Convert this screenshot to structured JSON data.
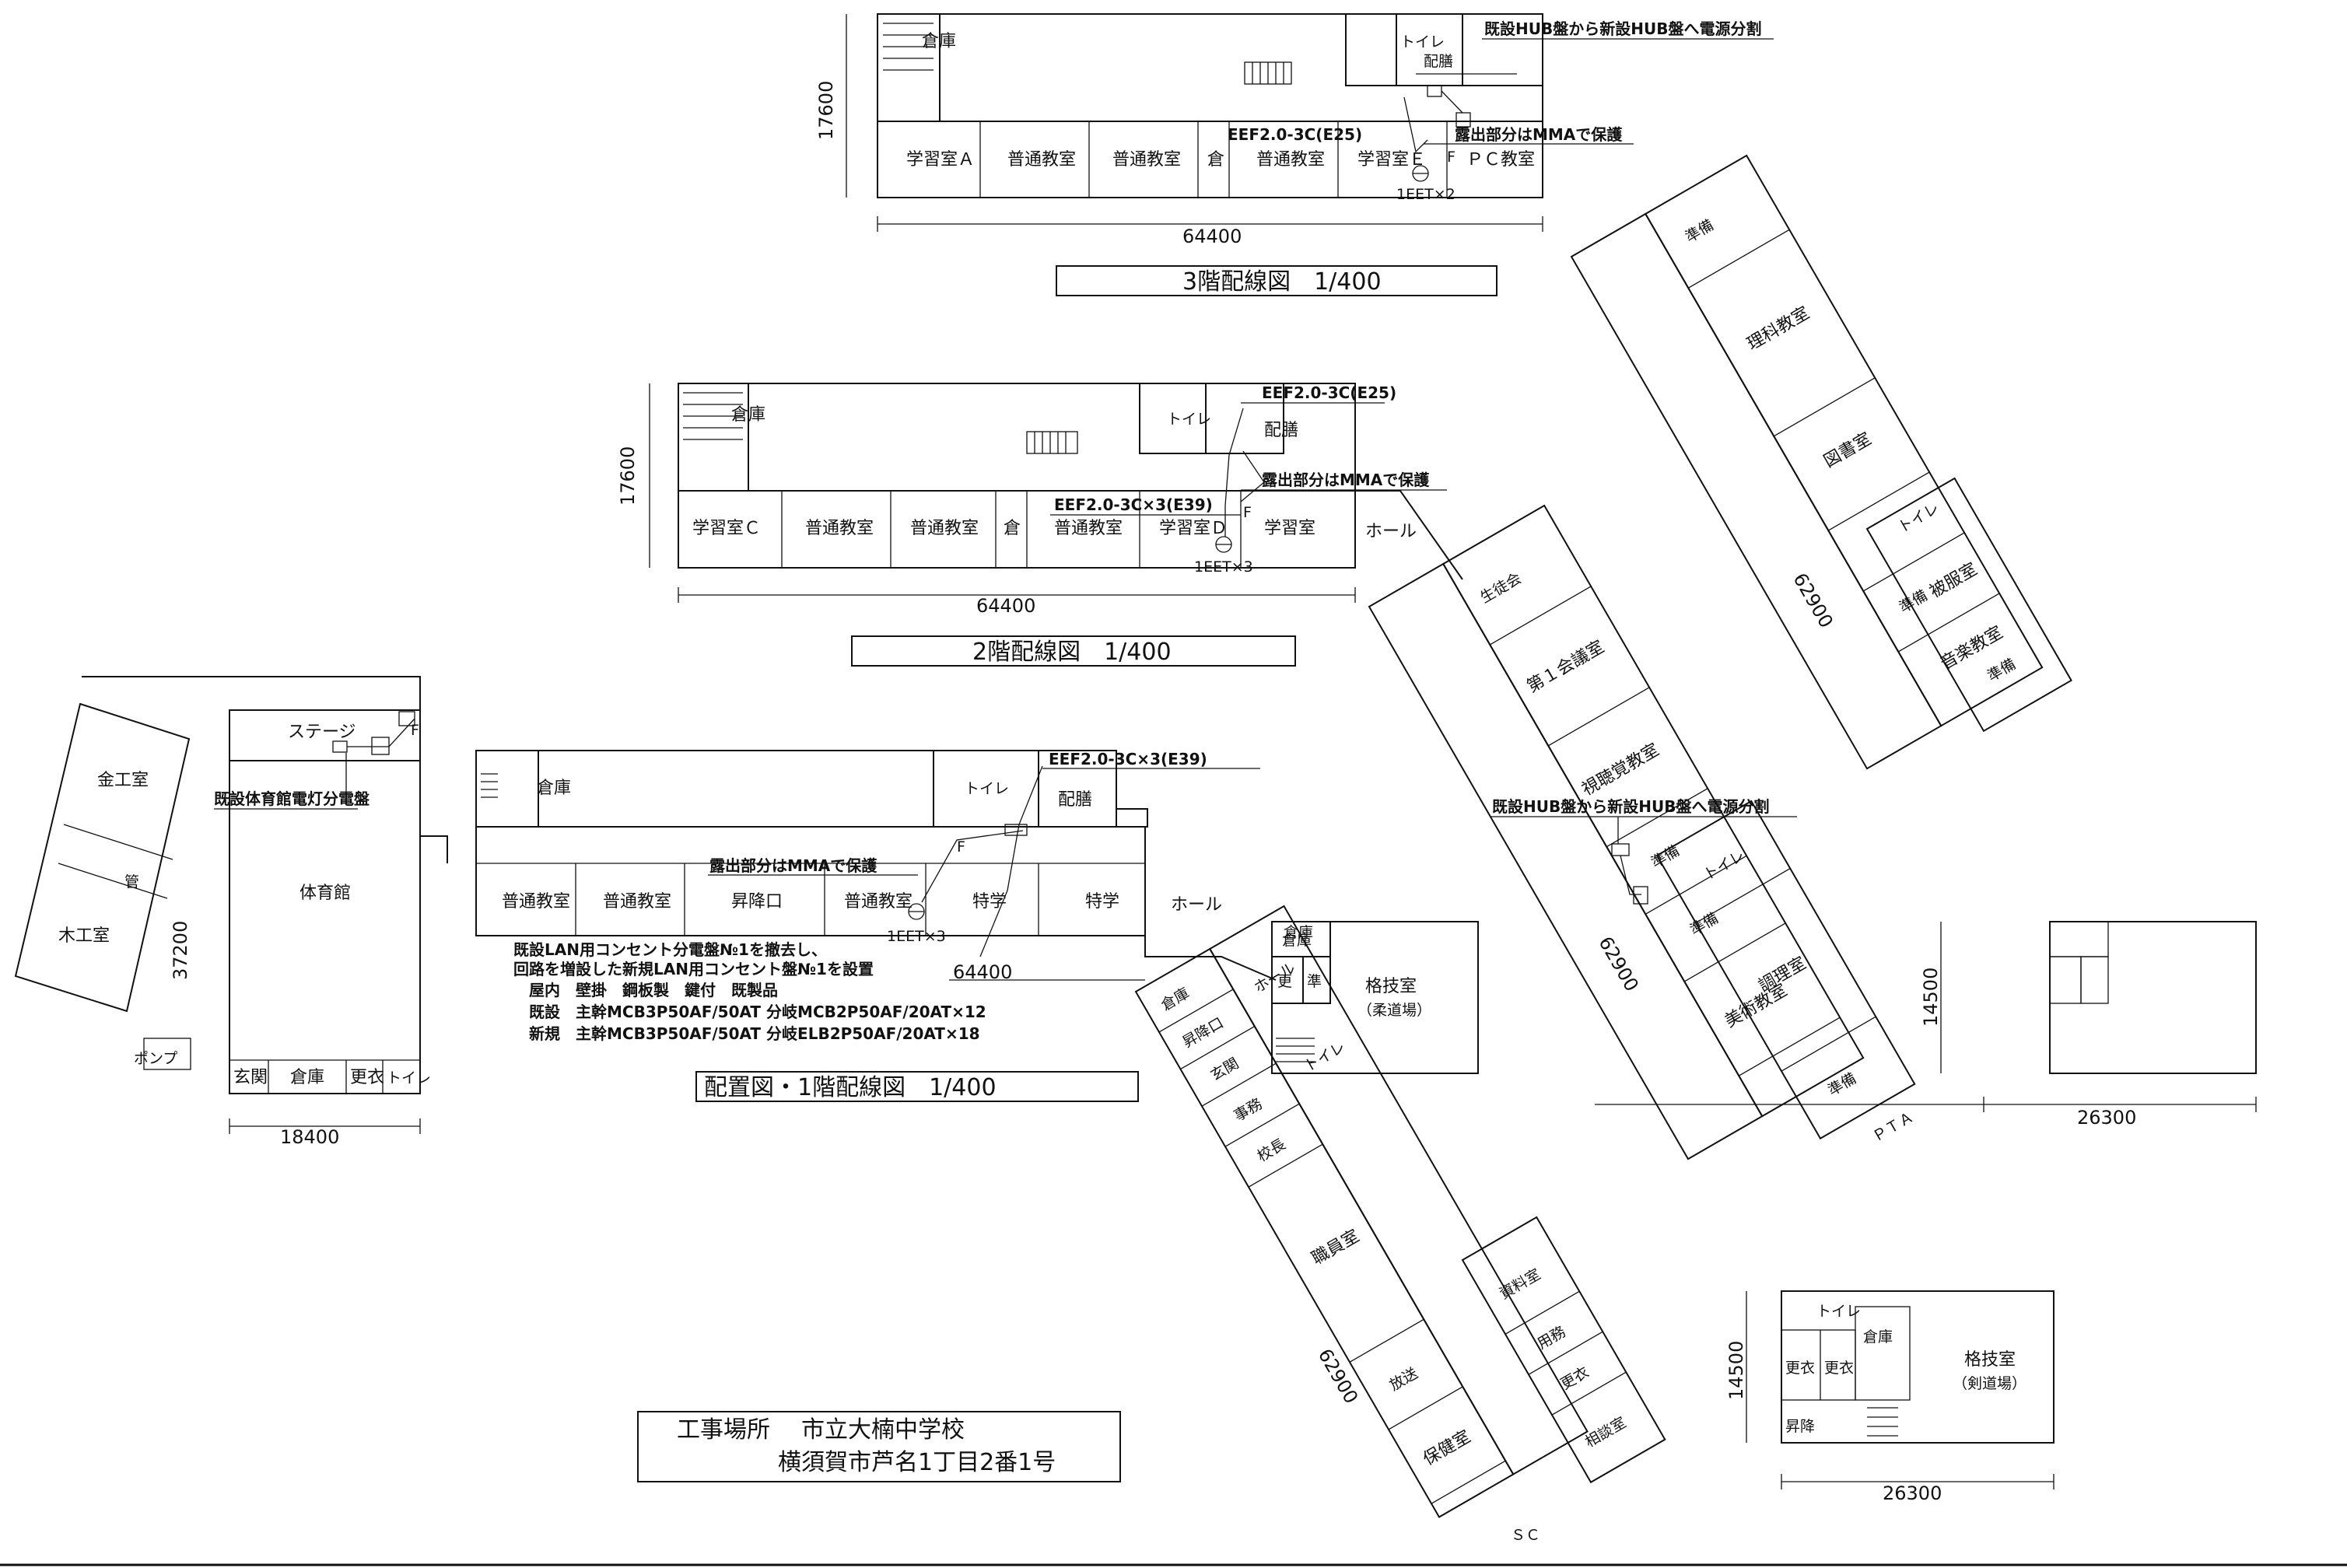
{
  "floor3": {
    "title": "3階配線図　1/400",
    "dim_w": "64400",
    "dim_h": "17600",
    "rooms": [
      "倉庫",
      "トイレ",
      "配膳",
      "学習室Ａ",
      "普通教室",
      "普通教室",
      "倉",
      "普通教室",
      "学習室Ｅ",
      "ＰＣ教室"
    ],
    "note_hub": "既設HUB盤から新設HUB盤へ電源分割",
    "note_cable": "EEF2.0-3C(E25)",
    "note_mma": "露出部分はMMAで保護",
    "outlet": "1EET×2",
    "mark_f": "F"
  },
  "floor2": {
    "title": "2階配線図　1/400",
    "dim_w": "64400",
    "dim_h": "17600",
    "rooms": [
      "倉庫",
      "トイレ",
      "配膳",
      "学習室Ｃ",
      "普通教室",
      "普通教室",
      "倉",
      "普通教室",
      "学習室Ｄ",
      "学習室",
      "ホール"
    ],
    "note_cable1": "EEF2.0-3C(E25)",
    "note_mma": "露出部分はMMAで保護",
    "note_cable2": "EEF2.0-3C×3(E39)",
    "outlet": "1EET×3",
    "mark_f": "F"
  },
  "floor1": {
    "title": "配置図・1階配線図　1/400",
    "dim_w": "64400",
    "rooms": [
      "倉庫",
      "トイレ",
      "配膳",
      "普通教室",
      "普通教室",
      "昇降口",
      "普通教室",
      "特学",
      "特学",
      "ホール"
    ],
    "note_cable": "EEF2.0-3C×3(E39)",
    "note_mma": "露出部分はMMAで保護",
    "outlet": "1EET×3",
    "mark_f": "F",
    "spec_lines": [
      "既設LAN用コンセント分電盤№1を撤去し、",
      "回路を増設した新規LAN用コンセント盤№1を設置",
      "屋内　壁掛　鋼板製　鍵付　既製品",
      "既設　主幹MCB3P50AF/50AT 分岐MCB2P50AF/20AT×12",
      "新規　主幹MCB3P50AF/50AT 分岐ELB2P50AF/20AT×18"
    ]
  },
  "gym": {
    "rooms": [
      "ステージ",
      "体育館",
      "玄関",
      "倉庫",
      "更衣",
      "トイレ",
      "ポンプ"
    ],
    "note_panel": "既設体育館電灯分電盤",
    "dim_w": "18400",
    "dim_h": "37200",
    "mark_f": "F"
  },
  "workshop": {
    "rooms": [
      "金工室",
      "木工室",
      "管"
    ]
  },
  "wing_upper": {
    "rooms": [
      "準備",
      "理科教室",
      "図書室",
      "トイレ",
      "準備",
      "被服室",
      "音楽教室",
      "準備"
    ],
    "dim": "62900"
  },
  "wing_middle": {
    "rooms": [
      "生徒会",
      "第１会議室",
      "視聴覚教室",
      "準備",
      "準備",
      "トイレ",
      "調理室",
      "美術教室",
      "準備",
      "ＰＴＡ"
    ],
    "note_hub": "既設HUB盤から新設HUB盤へ電源分割",
    "dim": "62900"
  },
  "wing_lower": {
    "rooms": [
      "倉庫",
      "倉庫",
      "昇降口",
      "玄関",
      "事務",
      "校長",
      "職員室",
      "トイレ",
      "ホール",
      "放送",
      "保健室",
      "資料室",
      "用務",
      "更衣",
      "相談室",
      "ＳＣ"
    ],
    "dim": "62900"
  },
  "dojo_judo": {
    "rooms": [
      "倉庫",
      "更",
      "準",
      "格技室",
      "（柔道場）"
    ],
    "dim_w": "26300",
    "dim_h": "14500"
  },
  "dojo_kendo": {
    "rooms": [
      "トイレ",
      "倉庫",
      "更衣",
      "更衣",
      "昇降",
      "格技室",
      "（剣道場）"
    ],
    "dim_w": "26300",
    "dim_h": "14500"
  },
  "site": {
    "label": "工事場所",
    "school": "市立大楠中学校",
    "address": "横須賀市芦名1丁目2番1号"
  }
}
